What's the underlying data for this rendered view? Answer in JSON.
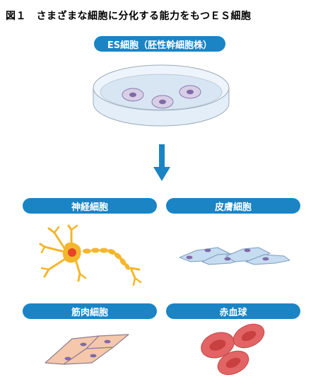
{
  "figure": {
    "title": "図１　さまざまな細胞に分化する能力をもつＥＳ細胞"
  },
  "es_cell": {
    "label": "ES細胞（胚性幹細胞株）"
  },
  "differentiated_cells": [
    {
      "label": "神経細胞",
      "icon": "neuron-icon"
    },
    {
      "label": "皮膚細胞",
      "icon": "skin-cells-icon"
    },
    {
      "label": "筋肉細胞",
      "icon": "muscle-cells-icon"
    },
    {
      "label": "赤血球",
      "icon": "red-blood-cells-icon"
    }
  ],
  "colors": {
    "label_bg": "#1a84c5",
    "arrow": "#1a84c5",
    "dish": "#dbe8f4",
    "nucleus": "#7f6aa8",
    "neuron": "#f3b72b",
    "neuron_nucleus": "#e8432b",
    "skin": "#c6dcf0",
    "muscle": "#f5c7ab",
    "rbc": "#e26464"
  }
}
